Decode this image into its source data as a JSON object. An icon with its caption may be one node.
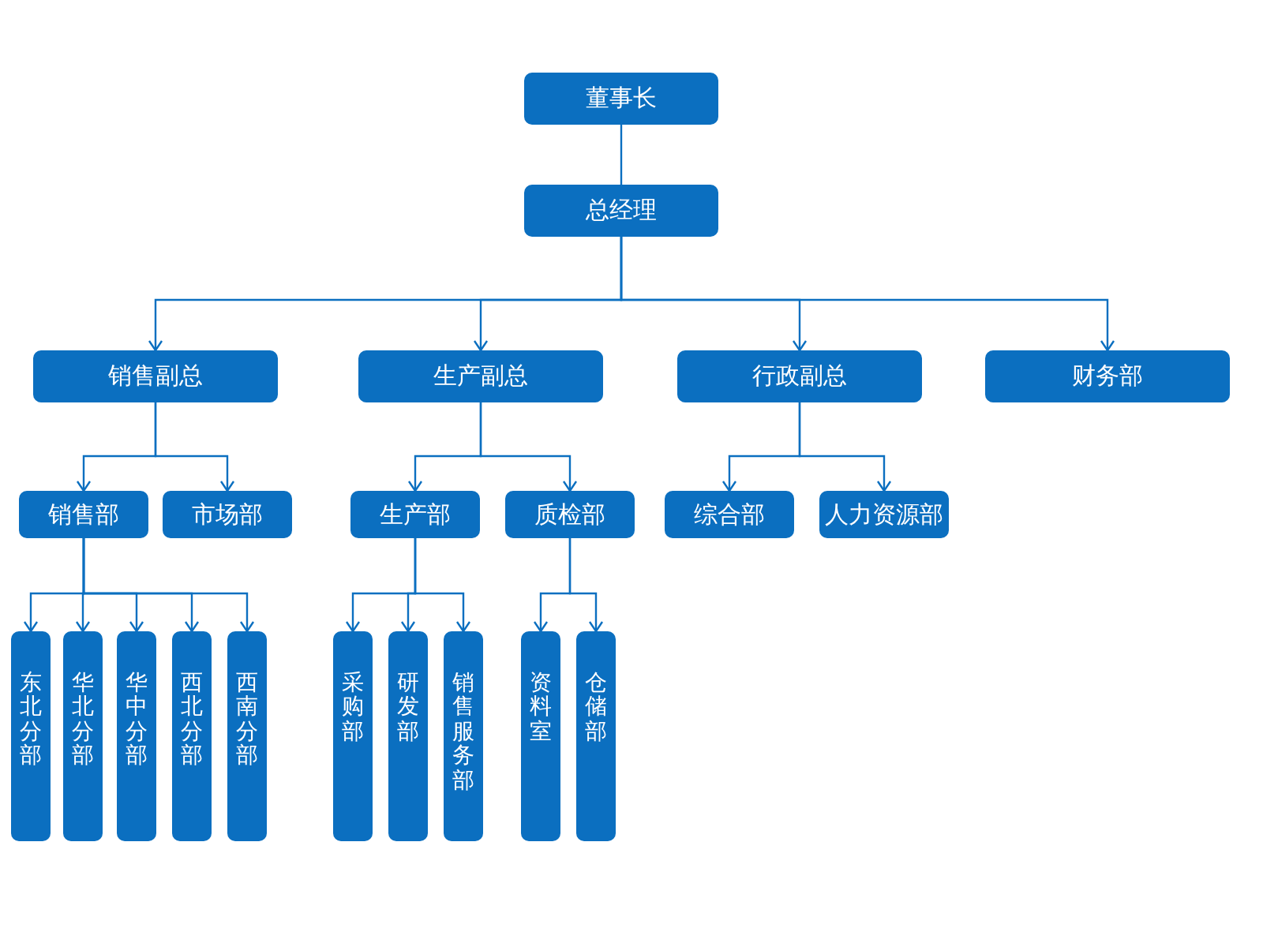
{
  "diagram": {
    "nodes": [
      {
        "text": [
          "董事长"
        ]
      },
      {
        "text": [
          "总经理"
        ]
      },
      {
        "text": [
          "销售副总"
        ]
      },
      {
        "text": [
          "生产副总"
        ]
      },
      {
        "text": [
          "行政副总"
        ]
      },
      {
        "text": [
          "财务部"
        ]
      },
      {
        "text": [
          "销售部"
        ]
      },
      {
        "text": [
          "市场部"
        ]
      },
      {
        "text": [
          "生产部"
        ]
      },
      {
        "text": [
          "质检部"
        ]
      },
      {
        "text": [
          "综合部"
        ]
      },
      {
        "text": [
          "人力资源部"
        ]
      },
      {
        "text": [
          "东北分部"
        ]
      },
      {
        "text": [
          "华北分部"
        ]
      },
      {
        "text": [
          "华中分部"
        ]
      },
      {
        "text": [
          "西北分部"
        ]
      },
      {
        "text": [
          "西南分部"
        ]
      },
      {
        "text": [
          "采购部"
        ]
      },
      {
        "text": [
          "研发部"
        ]
      },
      {
        "text": [
          "销售服务部"
        ]
      },
      {
        "text": [
          "资料室"
        ]
      },
      {
        "text": [
          "仓储部"
        ]
      }
    ],
    "edges": [
      {
        "from": 0,
        "to": 1,
        "arrow": "none"
      },
      {
        "from": 1,
        "to": 2,
        "arrow": "to"
      },
      {
        "from": 1,
        "to": 3,
        "arrow": "to"
      },
      {
        "from": 1,
        "to": 4,
        "arrow": "to"
      },
      {
        "from": 1,
        "to": 5,
        "arrow": "to"
      },
      {
        "from": 2,
        "to": 6,
        "arrow": "to"
      },
      {
        "from": 2,
        "to": 7,
        "arrow": "to"
      },
      {
        "from": 3,
        "to": 8,
        "arrow": "to"
      },
      {
        "from": 3,
        "to": 9,
        "arrow": "to"
      },
      {
        "from": 4,
        "to": 10,
        "arrow": "to"
      },
      {
        "from": 4,
        "to": 11,
        "arrow": "to"
      },
      {
        "from": 6,
        "to": 12,
        "arrow": "to"
      },
      {
        "from": 6,
        "to": 13,
        "arrow": "to"
      },
      {
        "from": 6,
        "to": 14,
        "arrow": "to"
      },
      {
        "from": 6,
        "to": 15,
        "arrow": "to"
      },
      {
        "from": 6,
        "to": 16,
        "arrow": "to"
      },
      {
        "from": 8,
        "to": 17,
        "arrow": "to"
      },
      {
        "from": 8,
        "to": 18,
        "arrow": "to"
      },
      {
        "from": 8,
        "to": 19,
        "arrow": "to"
      },
      {
        "from": 9,
        "to": 20,
        "arrow": "to"
      },
      {
        "from": 9,
        "to": 21,
        "arrow": "to"
      }
    ]
  }
}
